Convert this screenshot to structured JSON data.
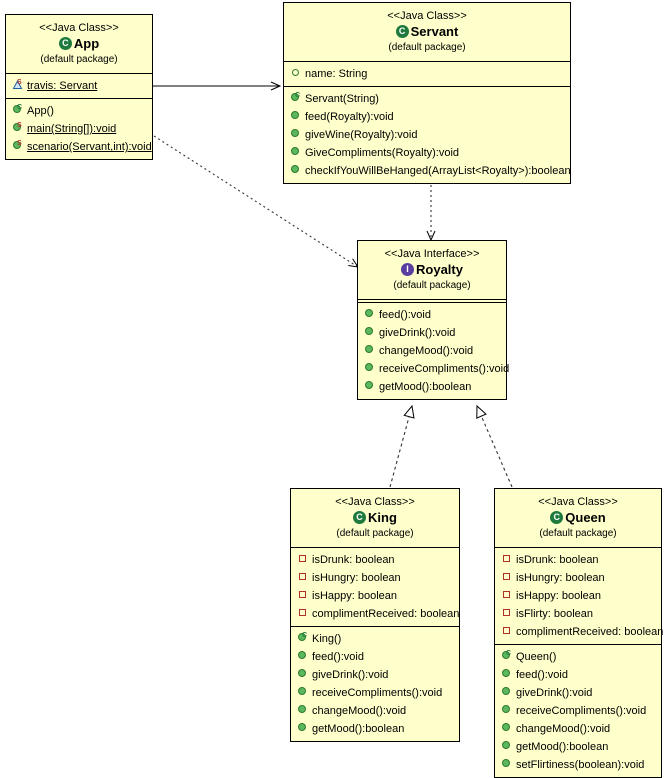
{
  "diagram": {
    "title": "Java Class Diagram",
    "background": "#ffffff",
    "box_fill": "#ffffcc",
    "box_border": "#000000",
    "accent_class": "#1f7a3d",
    "accent_interface": "#5a3fa0",
    "accent_private": "#b03030"
  },
  "classes": {
    "app": {
      "stereotype": "<<Java Class>>",
      "name": "App",
      "package": "(default package)",
      "icon": "java-class-icon",
      "badge_letter": "C",
      "fields": [
        {
          "icon": "package-static-field-icon",
          "text": "travis: Servant",
          "visibility": "package",
          "static": true
        }
      ],
      "methods": [
        {
          "icon": "public-constructor-icon",
          "text": "App()",
          "visibility": "public",
          "modifier": "C",
          "static": false
        },
        {
          "icon": "public-static-method-icon",
          "text": "main(String[]):void",
          "visibility": "public",
          "modifier": "S",
          "static": true
        },
        {
          "icon": "public-static-method-icon",
          "text": "scenario(Servant,int):void",
          "visibility": "public",
          "modifier": "S",
          "static": true
        }
      ]
    },
    "servant": {
      "stereotype": "<<Java Class>>",
      "name": "Servant",
      "package": "(default package)",
      "icon": "java-class-icon",
      "badge_letter": "C",
      "fields": [
        {
          "icon": "public-field-icon",
          "text": "name: String",
          "visibility": "public",
          "static": false
        }
      ],
      "methods": [
        {
          "icon": "public-constructor-icon",
          "text": "Servant(String)",
          "visibility": "public",
          "modifier": "C",
          "static": false
        },
        {
          "icon": "public-method-icon",
          "text": "feed(Royalty):void",
          "visibility": "public",
          "modifier": "",
          "static": false
        },
        {
          "icon": "public-method-icon",
          "text": "giveWine(Royalty):void",
          "visibility": "public",
          "modifier": "",
          "static": false
        },
        {
          "icon": "public-method-icon",
          "text": "GiveCompliments(Royalty):void",
          "visibility": "public",
          "modifier": "",
          "static": false
        },
        {
          "icon": "public-method-icon",
          "text": "checkIfYouWillBeHanged(ArrayList<Royalty>):boolean",
          "visibility": "public",
          "modifier": "",
          "static": false
        }
      ]
    },
    "royalty": {
      "stereotype": "<<Java Interface>>",
      "name": "Royalty",
      "package": "(default package)",
      "icon": "java-interface-icon",
      "badge_letter": "I",
      "fields": [],
      "methods": [
        {
          "icon": "public-method-icon",
          "text": "feed():void",
          "visibility": "public",
          "modifier": "",
          "static": false
        },
        {
          "icon": "public-method-icon",
          "text": "giveDrink():void",
          "visibility": "public",
          "modifier": "",
          "static": false
        },
        {
          "icon": "public-method-icon",
          "text": "changeMood():void",
          "visibility": "public",
          "modifier": "",
          "static": false
        },
        {
          "icon": "public-method-icon",
          "text": "receiveCompliments():void",
          "visibility": "public",
          "modifier": "",
          "static": false
        },
        {
          "icon": "public-method-icon",
          "text": "getMood():boolean",
          "visibility": "public",
          "modifier": "",
          "static": false
        }
      ]
    },
    "king": {
      "stereotype": "<<Java Class>>",
      "name": "King",
      "package": "(default package)",
      "icon": "java-class-icon",
      "badge_letter": "C",
      "fields": [
        {
          "icon": "private-field-icon",
          "text": "isDrunk: boolean",
          "visibility": "private",
          "static": false
        },
        {
          "icon": "private-field-icon",
          "text": "isHungry: boolean",
          "visibility": "private",
          "static": false
        },
        {
          "icon": "private-field-icon",
          "text": "isHappy: boolean",
          "visibility": "private",
          "static": false
        },
        {
          "icon": "private-field-icon",
          "text": "complimentReceived: boolean",
          "visibility": "private",
          "static": false
        }
      ],
      "methods": [
        {
          "icon": "public-constructor-icon",
          "text": "King()",
          "visibility": "public",
          "modifier": "C",
          "static": false
        },
        {
          "icon": "public-method-icon",
          "text": "feed():void",
          "visibility": "public",
          "modifier": "",
          "static": false
        },
        {
          "icon": "public-method-icon",
          "text": "giveDrink():void",
          "visibility": "public",
          "modifier": "",
          "static": false
        },
        {
          "icon": "public-method-icon",
          "text": "receiveCompliments():void",
          "visibility": "public",
          "modifier": "",
          "static": false
        },
        {
          "icon": "public-method-icon",
          "text": "changeMood():void",
          "visibility": "public",
          "modifier": "",
          "static": false
        },
        {
          "icon": "public-method-icon",
          "text": "getMood():boolean",
          "visibility": "public",
          "modifier": "",
          "static": false
        }
      ]
    },
    "queen": {
      "stereotype": "<<Java Class>>",
      "name": "Queen",
      "package": "(default package)",
      "icon": "java-class-icon",
      "badge_letter": "C",
      "fields": [
        {
          "icon": "private-field-icon",
          "text": "isDrunk: boolean",
          "visibility": "private",
          "static": false
        },
        {
          "icon": "private-field-icon",
          "text": "isHungry: boolean",
          "visibility": "private",
          "static": false
        },
        {
          "icon": "private-field-icon",
          "text": "isHappy: boolean",
          "visibility": "private",
          "static": false
        },
        {
          "icon": "private-field-icon",
          "text": "isFlirty: boolean",
          "visibility": "private",
          "static": false
        },
        {
          "icon": "private-field-icon",
          "text": "complimentReceived: boolean",
          "visibility": "private",
          "static": false
        }
      ],
      "methods": [
        {
          "icon": "public-constructor-icon",
          "text": "Queen()",
          "visibility": "public",
          "modifier": "C",
          "static": false
        },
        {
          "icon": "public-method-icon",
          "text": "feed():void",
          "visibility": "public",
          "modifier": "",
          "static": false
        },
        {
          "icon": "public-method-icon",
          "text": "giveDrink():void",
          "visibility": "public",
          "modifier": "",
          "static": false
        },
        {
          "icon": "public-method-icon",
          "text": "receiveCompliments():void",
          "visibility": "public",
          "modifier": "",
          "static": false
        },
        {
          "icon": "public-method-icon",
          "text": "changeMood():void",
          "visibility": "public",
          "modifier": "",
          "static": false
        },
        {
          "icon": "public-method-icon",
          "text": "getMood():boolean",
          "visibility": "public",
          "modifier": "",
          "static": false
        },
        {
          "icon": "public-method-icon",
          "text": "setFlirtiness(boolean):void",
          "visibility": "public",
          "modifier": "",
          "static": false
        }
      ]
    }
  },
  "relations": [
    {
      "name": "app-to-servant",
      "from": "App",
      "to": "Servant",
      "type": "association",
      "style": "solid",
      "arrow": "open"
    },
    {
      "name": "app-to-royalty",
      "from": "App",
      "to": "Royalty",
      "type": "dependency",
      "style": "dashed",
      "arrow": "open"
    },
    {
      "name": "servant-to-royalty",
      "from": "Servant",
      "to": "Royalty",
      "type": "dependency",
      "style": "dashed",
      "arrow": "open"
    },
    {
      "name": "king-implements-royalty",
      "from": "King",
      "to": "Royalty",
      "type": "realization",
      "style": "dashed",
      "arrow": "hollow-triangle"
    },
    {
      "name": "queen-implements-royalty",
      "from": "Queen",
      "to": "Royalty",
      "type": "realization",
      "style": "dashed",
      "arrow": "hollow-triangle"
    }
  ]
}
